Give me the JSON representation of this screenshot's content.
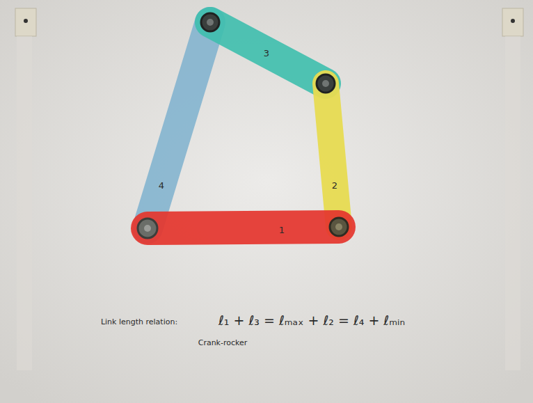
{
  "diagram": {
    "labels": [
      "4",
      "1",
      "2",
      "3",
      "Link length relation:",
      "ℓ₁ + ℓ₃ = ℓₘₐₓ + ℓ₂ = ℓ₄ + ℓₘᵢₙ",
      "Crank-rocker"
    ]
  }
}
